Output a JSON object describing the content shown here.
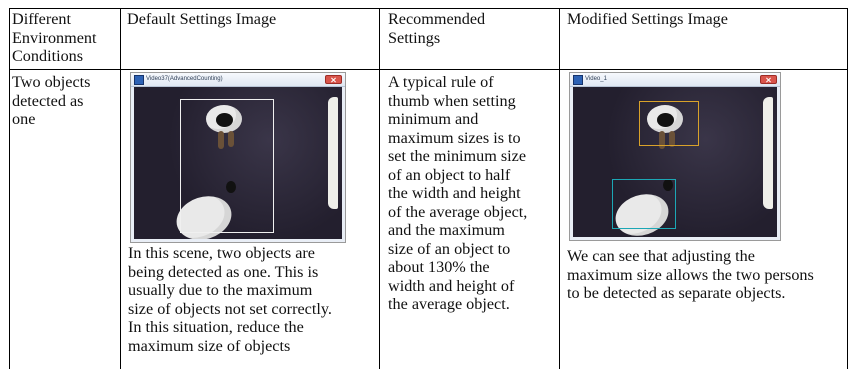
{
  "table": {
    "headers": [
      "Different\nEnvironment\nConditions",
      "Default Settings Image",
      "Recommended\nSettings",
      "Modified Settings  Image"
    ],
    "row": {
      "condition": "Two objects\ndetected as\none",
      "default_caption": "In this scene, two objects are\nbeing detected as one. This is\nusually due to the maximum\nsize of objects not set correctly.\nIn this situation, reduce the\nmaximum size of objects",
      "recommended": "A typical rule of\nthumb when setting\nminimum and\nmaximum sizes is to\nset the minimum size\nof an object to half\nthe width and height\nof the average object,\nand the maximum\nsize of an object to\nabout 130% the\nwidth and height of\nthe average object.",
      "modified_caption": "We can see that adjusting the\nmaximum size allows the two persons\nto be detected as separate objects."
    }
  },
  "screenshots": {
    "default": {
      "title": "Video37(AdvancedCounting)"
    },
    "modified": {
      "title": "Video_1"
    }
  },
  "colors": {
    "single_detection_box": "#f0f0f0",
    "top_person_box": "#d9a22a",
    "bottom_person_box": "#1ca7b5"
  }
}
